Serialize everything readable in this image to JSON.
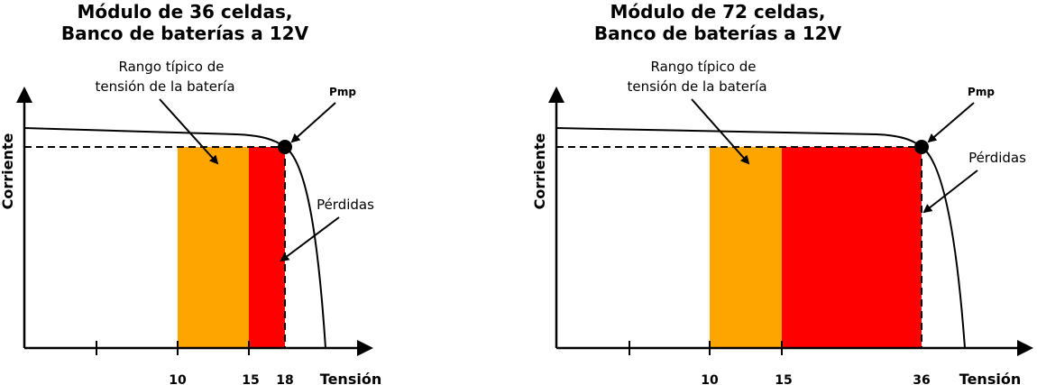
{
  "left": {
    "title_line1": "Módulo de 36 celdas,",
    "title_line2": "Banco de baterías a 12V",
    "range_label_line1": "Rango típico de",
    "range_label_line2": "tensión de la batería",
    "pmp_label": "Pmp",
    "losses_label": "Pérdidas",
    "y_axis_label": "Corriente",
    "x_axis_label": "Tensión",
    "ticks": [
      "10",
      "15",
      "18"
    ],
    "colors": {
      "battery_range": "#FFA500",
      "losses": "#FF0000"
    }
  },
  "right": {
    "title_line1": "Módulo de 72 celdas,",
    "title_line2": "Banco de baterías a 12V",
    "range_label_line1": "Rango típico de",
    "range_label_line2": "tensión de la batería",
    "pmp_label": "Pmp",
    "losses_label": "Pérdidas",
    "y_axis_label": "Corriente",
    "x_axis_label": "Tensión",
    "ticks": [
      "10",
      "15",
      "36"
    ],
    "colors": {
      "battery_range": "#FFA500",
      "losses": "#FF0000"
    }
  }
}
